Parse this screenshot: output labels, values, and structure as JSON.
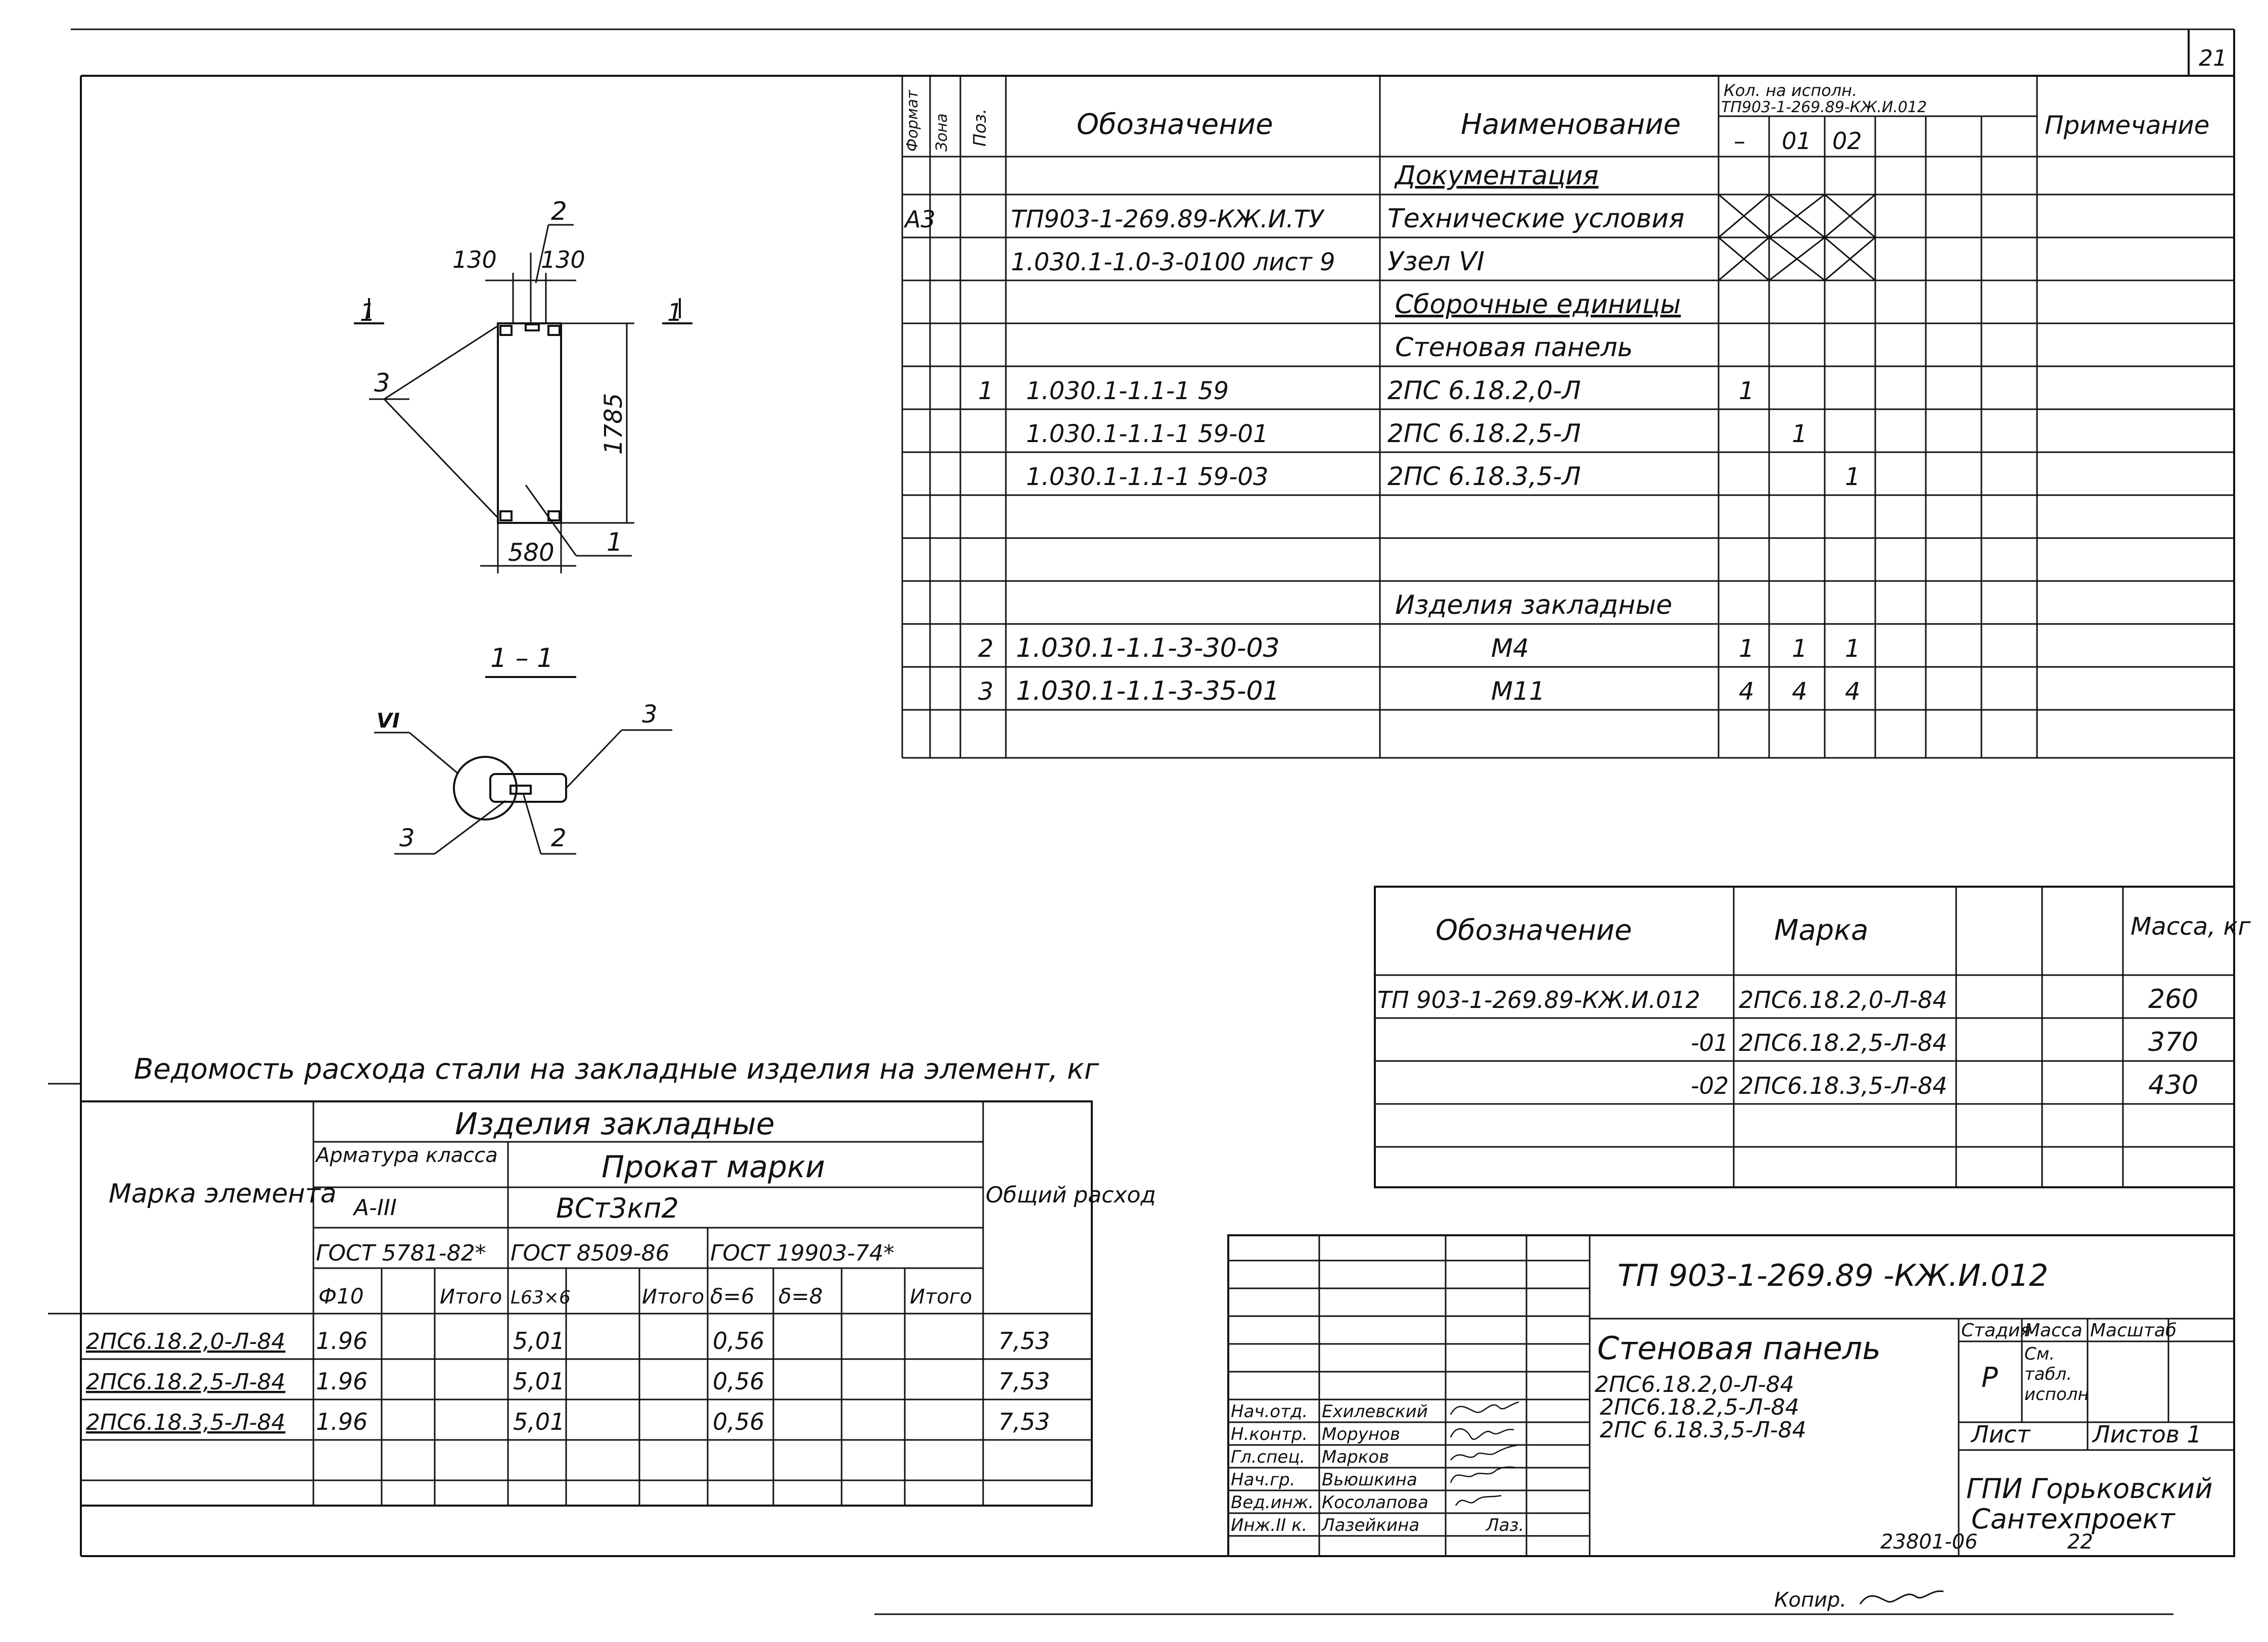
{
  "page_number": "21",
  "spec": {
    "headers": {
      "format": "Формат",
      "zone": "Зона",
      "pos": "Поз.",
      "designation": "Обозначение",
      "name": "Наименование",
      "qty_title": "Кол. на исполн.",
      "qty_doc": "ТП903-1-269.89-КЖ.И.012",
      "qty_cols": [
        "–",
        "01",
        "02"
      ],
      "note": "Примечание"
    },
    "rows": [
      {
        "format": "",
        "pos": "",
        "designation": "",
        "name": "Документация",
        "q0": "",
        "q1": "",
        "q2": ""
      },
      {
        "format": "А3",
        "pos": "",
        "designation": "ТП903-1-269.89-КЖ.И.ТУ",
        "name": "Технические условия",
        "q0": "",
        "q1": "",
        "q2": ""
      },
      {
        "format": "",
        "pos": "",
        "designation": "1.030.1-1.0-3-0100 лист 9",
        "name": "Узел VI",
        "q0": "",
        "q1": "",
        "q2": ""
      },
      {
        "format": "",
        "pos": "",
        "designation": "",
        "name": "Сборочные единицы",
        "q0": "",
        "q1": "",
        "q2": ""
      },
      {
        "format": "",
        "pos": "",
        "designation": "",
        "name": "Стеновая панель",
        "q0": "",
        "q1": "",
        "q2": ""
      },
      {
        "format": "",
        "pos": "1",
        "designation": "1.030.1-1.1-1   59",
        "name": "2ПС 6.18.2,0-Л",
        "q0": "1",
        "q1": "",
        "q2": ""
      },
      {
        "format": "",
        "pos": "",
        "designation": "1.030.1-1.1-1   59-01",
        "name": "2ПС 6.18.2,5-Л",
        "q0": "",
        "q1": "1",
        "q2": ""
      },
      {
        "format": "",
        "pos": "",
        "designation": "1.030.1-1.1-1   59-03",
        "name": "2ПС 6.18.3,5-Л",
        "q0": "",
        "q1": "",
        "q2": "1"
      },
      {
        "format": "",
        "pos": "",
        "designation": "",
        "name": "",
        "q0": "",
        "q1": "",
        "q2": ""
      },
      {
        "format": "",
        "pos": "",
        "designation": "",
        "name": "Изделия закладные",
        "q0": "",
        "q1": "",
        "q2": ""
      },
      {
        "format": "",
        "pos": "2",
        "designation": "1.030.1-1.1-3-30-03",
        "name": "М4",
        "q0": "1",
        "q1": "1",
        "q2": "1"
      },
      {
        "format": "",
        "pos": "3",
        "designation": "1.030.1-1.1-3-35-01",
        "name": "М11",
        "q0": "4",
        "q1": "4",
        "q2": "4"
      }
    ]
  },
  "drawing": {
    "dim_130_left": "130",
    "dim_130_right": "130",
    "dim_1785": "1785",
    "dim_580": "580",
    "callout_1": "1",
    "callout_2": "2",
    "callout_3": "3",
    "section_mark_left": "1",
    "section_mark_right": "1",
    "section_title": "1 – 1",
    "node_callout": "VI",
    "node_callout_2": "2",
    "node_callout_3a": "3",
    "node_callout_3b": "3"
  },
  "mass_table": {
    "headers": {
      "designation": "Обозначение",
      "mark": "Марка",
      "mass": "Масса, кг"
    },
    "rows": [
      {
        "designation": "ТП 903-1-269.89-КЖ.И.012",
        "mark": "2ПС6.18.2,0-Л-84",
        "mass": "260"
      },
      {
        "designation": "-01",
        "mark": "2ПС6.18.2,5-Л-84",
        "mass": "370"
      },
      {
        "designation": "-02",
        "mark": "2ПС6.18.3,5-Л-84",
        "mass": "430"
      }
    ]
  },
  "steel": {
    "title": "Ведомость расхода стали на закладные изделия на элемент, кг",
    "h_products": "Изделия закладные",
    "h_rebar": "Арматура класса",
    "h_rebar_class": "А-III",
    "h_rebar_gost": "ГОСТ 5781-82*",
    "h_rolled": "Прокат марки",
    "h_rolled_grade": "ВСт3кп2",
    "h_gost_a": "ГОСТ 8509-86",
    "h_gost_b": "ГОСТ 19903-74*",
    "h_mark": "Марка элемента",
    "h_total": "Общий расход",
    "sub": [
      "Ф10",
      "Итого",
      "L63×6",
      "Итого",
      "δ=6",
      "δ=8",
      "Итого"
    ],
    "rows": [
      {
        "mark": "2ПС6.18.2,0-Л-84",
        "f10": "1.96",
        "l63": "5,01",
        "d6": "0,56",
        "total": "7,53"
      },
      {
        "mark": "2ПС6.18.2,5-Л-84",
        "f10": "1.96",
        "l63": "5,01",
        "d6": "0,56",
        "total": "7,53"
      },
      {
        "mark": "2ПС6.18.3,5-Л-84",
        "f10": "1.96",
        "l63": "5,01",
        "d6": "0,56",
        "total": "7,53"
      }
    ]
  },
  "stamp": {
    "doc_code": "ТП 903-1-269.89    -КЖ.И.012",
    "title": "Стеновая панель",
    "marks": [
      "2ПС6.18.2,0-Л-84",
      "2ПС6.18.2,5-Л-84",
      "2ПС 6.18.3,5-Л-84"
    ],
    "h_stage": "Стадия",
    "h_mass": "Масса",
    "h_scale": "Масштаб",
    "stage": "Р",
    "mass_note": "См. табл. исполн.",
    "sheet": "Лист",
    "sheets": "Листов 1",
    "org_1": "ГПИ Горьковский",
    "org_2": "Сантехпроект",
    "staff": [
      {
        "role": "Нач.отд.",
        "name": "Ехилевский"
      },
      {
        "role": "Н.контр.",
        "name": "Морунов"
      },
      {
        "role": "Гл.спец.",
        "name": "Марков"
      },
      {
        "role": "Нач.гр.",
        "name": "Вьюшкина"
      },
      {
        "role": "Вед.инж.",
        "name": "Косолапова"
      },
      {
        "role": "Инж.II к.",
        "name": "Лазейкина"
      }
    ],
    "signatures": [
      "Лаз."
    ]
  },
  "footer": {
    "archive_no": "23801-06",
    "archive_page": "22",
    "copied": "Копир."
  }
}
